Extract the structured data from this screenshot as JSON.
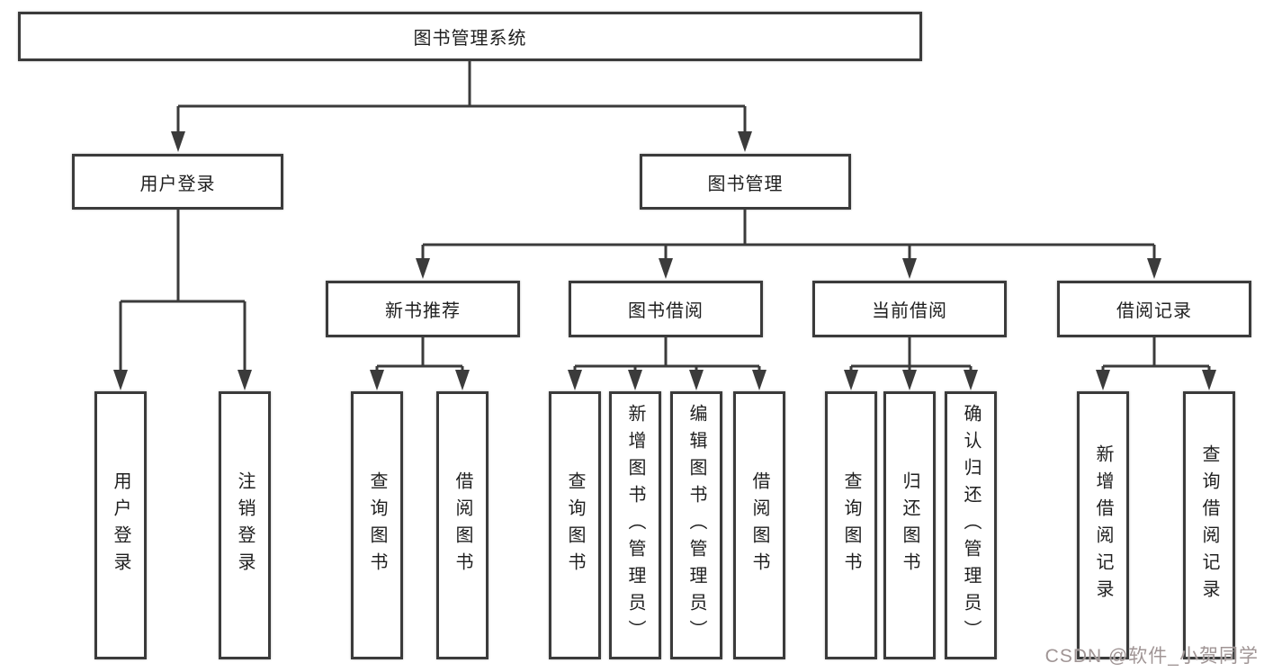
{
  "tree": {
    "label": "图书管理系统",
    "children": [
      {
        "label": "用户登录",
        "children": [
          {
            "label": "用户登录"
          },
          {
            "label": "注销登录"
          }
        ]
      },
      {
        "label": "图书管理",
        "children": [
          {
            "label": "新书推荐",
            "children": [
              {
                "label": "查询图书"
              },
              {
                "label": "借阅图书"
              }
            ]
          },
          {
            "label": "图书借阅",
            "children": [
              {
                "label": "查询图书"
              },
              {
                "label": "新增图书（管理员）"
              },
              {
                "label": "编辑图书（管理员）"
              },
              {
                "label": "借阅图书"
              }
            ]
          },
          {
            "label": "当前借阅",
            "children": [
              {
                "label": "查询图书"
              },
              {
                "label": "归还图书"
              },
              {
                "label": "确认归还（管理员）"
              }
            ]
          },
          {
            "label": "借阅记录",
            "children": [
              {
                "label": "新增借阅记录"
              },
              {
                "label": "查询借阅记录"
              }
            ]
          }
        ]
      }
    ]
  },
  "watermark": "CSDN @软件_小贺同学",
  "colors": {
    "line": "#3b3b3b",
    "text": "#1f1f1f",
    "watermark": "#a09595",
    "background": "#ffffff"
  }
}
